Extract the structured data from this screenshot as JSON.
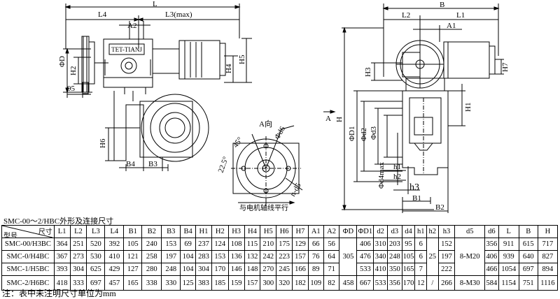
{
  "front_view": {
    "labels": {
      "L": "L",
      "L4": "L4",
      "L3": "L3(max)",
      "A2": "A2",
      "D": "ΦD",
      "H2": "H2",
      "H4": "H4",
      "H5": "H5",
      "d95": "95",
      "H6": "H6",
      "B4": "B4",
      "B3": "B3"
    },
    "nameplate": "TET-TIANJ"
  },
  "flange_view": {
    "labels": {
      "title": "A向",
      "d6": "Φd6",
      "angle1": "22.5°",
      "angle2": "45°",
      "nd5": "n-d5",
      "parallel": "与电机轴线平行"
    }
  },
  "side_view": {
    "labels": {
      "B": "B",
      "L2": "L2",
      "L1": "L1",
      "A1": "A1",
      "H3": "H3",
      "H7": "H7",
      "H1": "H1",
      "H": "H",
      "A": "A",
      "D1": "ΦD1",
      "d2": "Φd2",
      "d3": "Φd3",
      "d4": "Φd4max",
      "h1": "h1",
      "h2": "h2",
      "h3": "h3",
      "B1": "B1",
      "B2": "B2"
    }
  },
  "table": {
    "caption": "SMC-00～2/HBC外形及连接尺寸",
    "corner_top": "型号",
    "corner_bottom": "尺寸",
    "columns": [
      "L1",
      "L2",
      "L3",
      "L4",
      "B1",
      "B2",
      "B3",
      "B4",
      "H1",
      "H2",
      "H3",
      "H4",
      "H5",
      "H6",
      "H7",
      "A1",
      "A2",
      "ΦD",
      "ΦD1",
      "d2",
      "d3",
      "d4",
      "h1",
      "h2",
      "h3",
      "d5",
      "d6",
      "L",
      "B",
      "H"
    ],
    "rows": [
      {
        "model": "SMC-00/H3BC",
        "vals": [
          "364",
          "251",
          "520",
          "392",
          "105",
          "240",
          "153",
          "69",
          "237",
          "124",
          "108",
          "115",
          "210",
          "175",
          "129",
          "66",
          "56",
          "",
          "406",
          "310",
          "203",
          "95",
          "6",
          "",
          "152",
          "",
          "356",
          "911",
          "615",
          "717"
        ]
      },
      {
        "model": "SMC-0/H4BC",
        "vals": [
          "367",
          "273",
          "530",
          "410",
          "121",
          "258",
          "197",
          "104",
          "283",
          "153",
          "136",
          "132",
          "242",
          "223",
          "157",
          "76",
          "64",
          "",
          "476",
          "340",
          "248",
          "105",
          "6",
          "",
          "197",
          "",
          "406",
          "939",
          "640",
          "827"
        ]
      },
      {
        "model": "SMC-1/H5BC",
        "vals": [
          "393",
          "304",
          "625",
          "429",
          "127",
          "280",
          "248",
          "104",
          "304",
          "170",
          "146",
          "148",
          "270",
          "245",
          "166",
          "89",
          "71",
          "",
          "533",
          "410",
          "350",
          "165",
          "7",
          "",
          "222",
          "",
          "466",
          "1054",
          "697",
          "894"
        ]
      },
      {
        "model": "SMC-2/H6BC",
        "vals": [
          "418",
          "333",
          "697",
          "457",
          "165",
          "338",
          "330",
          "125",
          "383",
          "185",
          "159",
          "157",
          "300",
          "320",
          "182",
          "109",
          "82",
          "458",
          "667",
          "533",
          "356",
          "170",
          "12",
          "/",
          "266",
          "8-M30",
          "584",
          "1154",
          "751",
          "1116"
        ]
      }
    ],
    "merged": {
      "D_rows_1_3": "305",
      "h2_rows_1_3": "25",
      "d5_rows_1_3": "8-M20"
    }
  },
  "note": "注：表中未注明尺寸单位为mm"
}
